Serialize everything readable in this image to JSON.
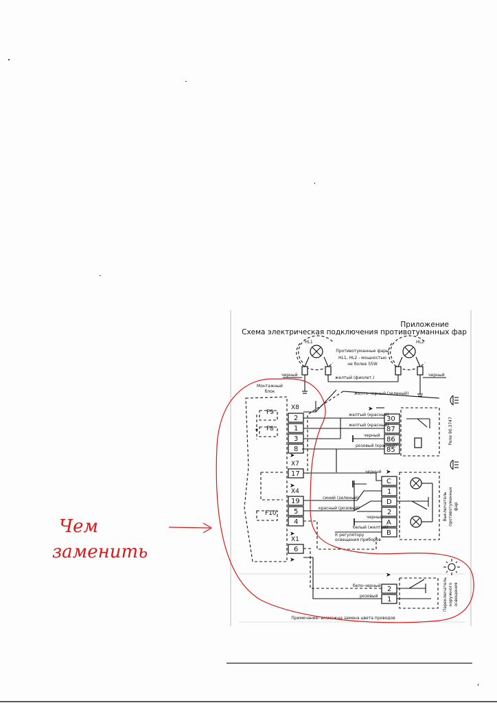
{
  "header": {
    "appendix": "Приложение",
    "title": "Схема электрическая подключения противотуманных фар"
  },
  "lamps": {
    "hl1": "HL1",
    "hl2": "HL2",
    "caption_line1": "Противотуманные фары",
    "caption_line2": "HL1, HL2 - мощностью",
    "caption_line3": "не более 55W"
  },
  "wires": {
    "black": "черный",
    "yellow_violet": "желтый (фиолет.)",
    "yellow_black_green": "желто-черный (зеленый)",
    "yellow_red": "желтый (красный)",
    "pink_red": "розовый (красный)",
    "blue_green": "синий (зеленый)",
    "red_pink": "красный (розовый)",
    "white_yellow": "белый (желтый)",
    "to_dimmer_line1": "К регулятору",
    "to_dimmer_line2": "освещения приборов",
    "white_black": "бело-черный",
    "pink": "розовый"
  },
  "mount_block": {
    "label_line1": "Монтажный",
    "label_line2": "блок",
    "fuses": [
      "F9",
      "F8",
      "F10"
    ],
    "connectors": [
      "X8",
      "X7",
      "X4",
      "X1"
    ],
    "x8_pins": [
      "2",
      "1",
      "3",
      "8"
    ],
    "x7_pins": [
      "17"
    ],
    "x4_pins": [
      "19",
      "5",
      "4"
    ],
    "x1_pins": [
      "6"
    ]
  },
  "relay": {
    "pins": [
      "30",
      "87",
      "86",
      "85"
    ],
    "label": "Реле 90.3747"
  },
  "fog_switch": {
    "pins": [
      "C",
      "1",
      "D",
      "2",
      "A",
      "B"
    ],
    "label_line1": "Выключатель",
    "label_line2": "противотуманных",
    "label_line3": "фар"
  },
  "light_switch": {
    "pins": [
      "2",
      "1"
    ],
    "label_line1": "Переключатель",
    "label_line2": "наружного",
    "label_line3": "освещения"
  },
  "note": "Примечание: возможна замена цвета проводов",
  "handwriting": {
    "line1": "Чем",
    "line2": "заменить",
    "ink_color": "#d81818"
  }
}
